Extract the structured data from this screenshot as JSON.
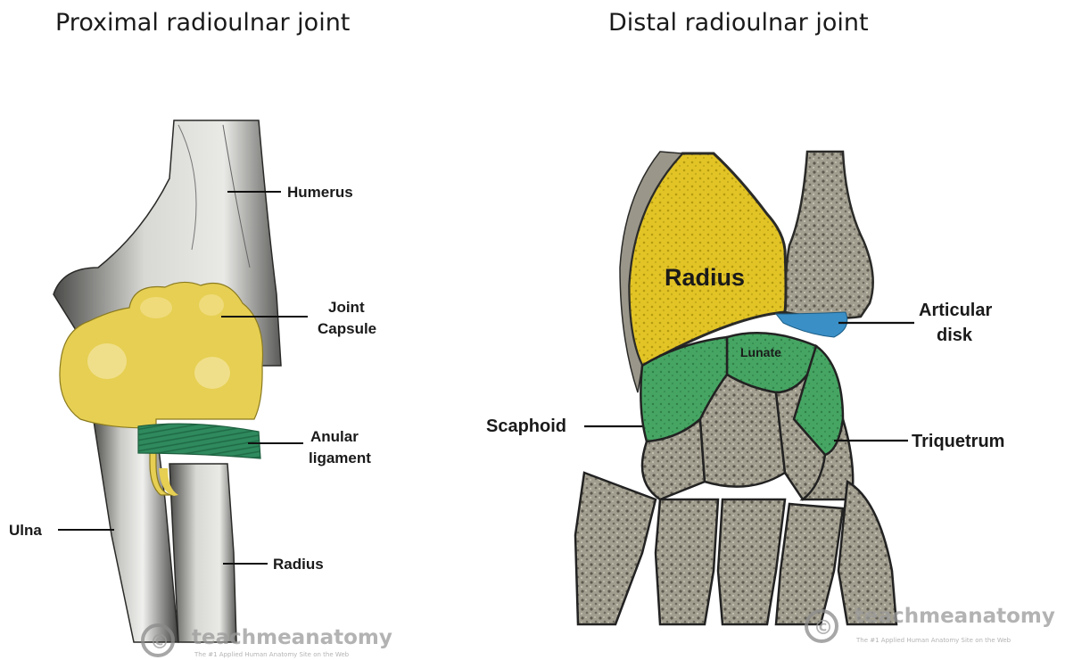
{
  "titles": {
    "proximal": "Proximal radioulnar joint",
    "distal": "Distal radioulnar joint"
  },
  "proximal_labels": {
    "humerus": "Humerus",
    "joint_capsule_1": "Joint",
    "joint_capsule_2": "Capsule",
    "anular_1": "Anular",
    "anular_2": "ligament",
    "ulna": "Ulna",
    "radius": "Radius"
  },
  "distal_labels": {
    "radius": "Radius",
    "lunate": "Lunate",
    "articular_1": "Articular",
    "articular_2": "disk",
    "scaphoid": "Scaphoid",
    "triquetrum": "Triquetrum"
  },
  "watermark": {
    "brand": "teachmeanatomy",
    "tagline": "The #1 Applied Human Anatomy Site on the Web",
    "symbol": "©"
  },
  "colors": {
    "bone_light": "#d9d9d6",
    "bone_dark": "#4a4a48",
    "capsule": "#e6cf52",
    "ligament": "#2f8a5e",
    "lunate_scaphoid": "#3e9a5a",
    "articular_disk": "#3a8fc7",
    "carpal": "#9e9a8c"
  }
}
